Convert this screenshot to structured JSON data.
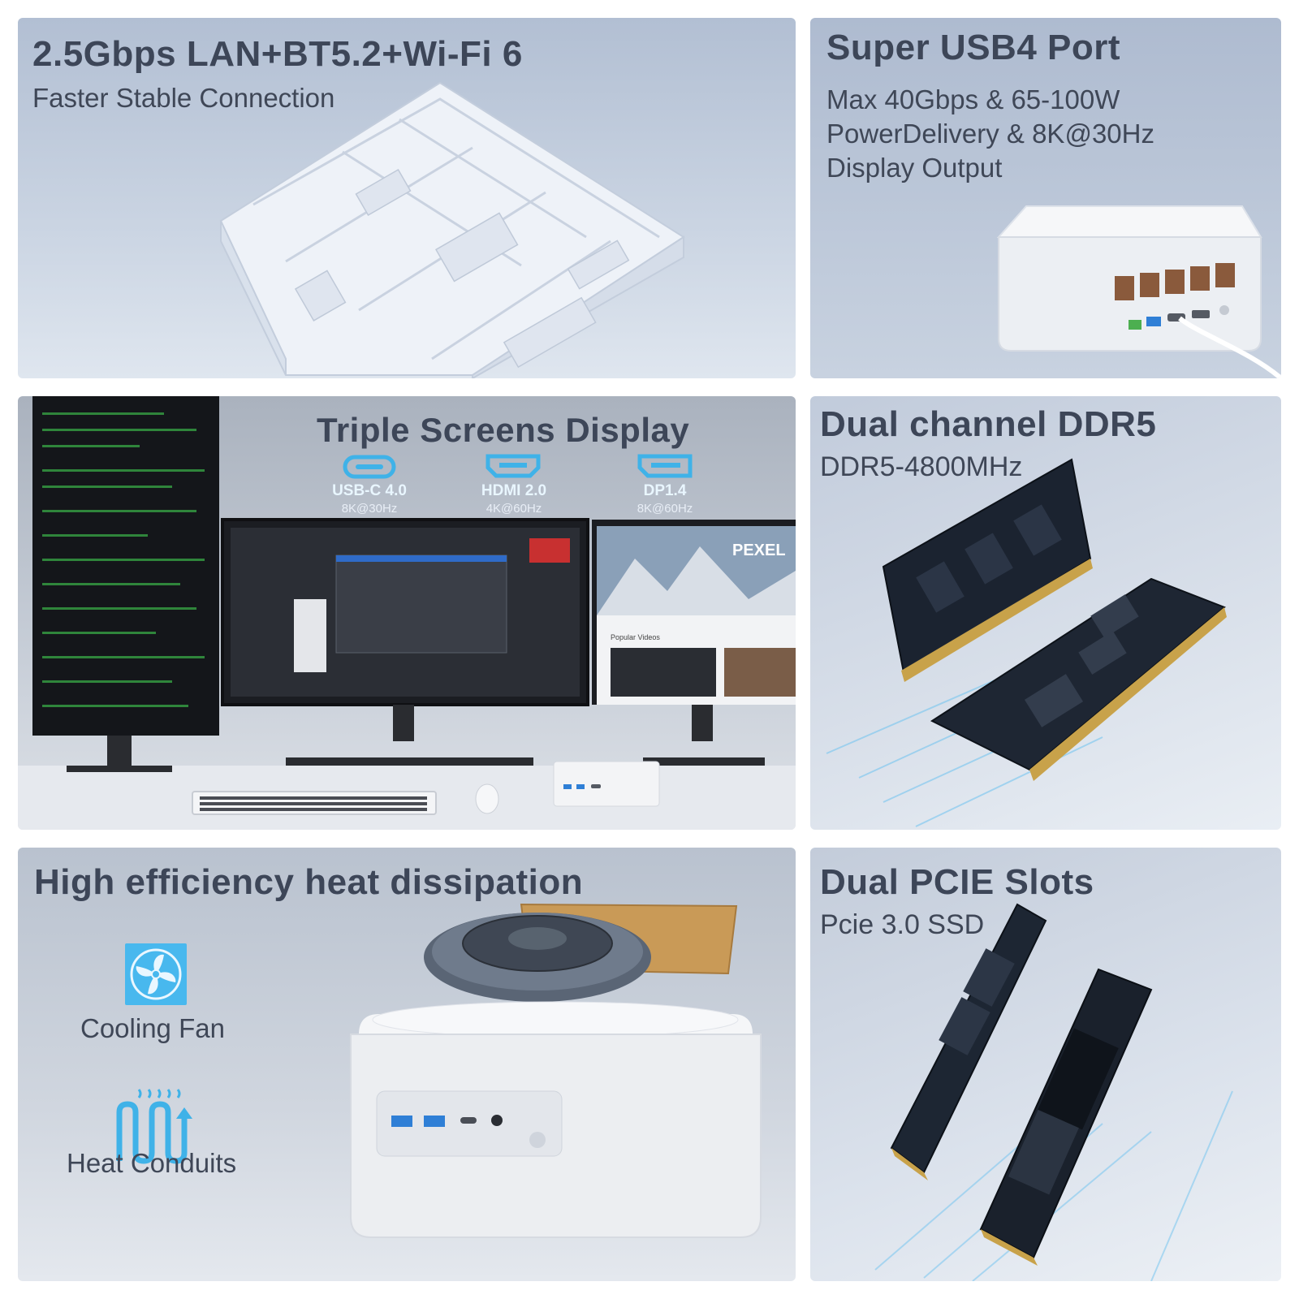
{
  "panels": {
    "network": {
      "title": "2.5Gbps LAN+BT5.2+Wi-Fi 6",
      "subtitle": "Faster Stable Connection"
    },
    "usb4": {
      "title": "Super USB4 Port",
      "lines": [
        "Max 40Gbps & 65-100W",
        "PowerDelivery & 8K@30Hz",
        "Display Output"
      ]
    },
    "display": {
      "title": "Triple Screens Display",
      "ports": [
        {
          "name": "USB-C 4.0",
          "spec": "8K@30Hz",
          "icon": "usb-c-icon"
        },
        {
          "name": "HDMI 2.0",
          "spec": "4K@60Hz",
          "icon": "hdmi-icon"
        },
        {
          "name": "DP1.4",
          "spec": "8K@60Hz",
          "icon": "displayport-icon"
        }
      ],
      "screen_text": "PEXEL",
      "screen_subtext": "Popular Videos"
    },
    "memory": {
      "title": "Dual channel DDR5",
      "subtitle": "DDR5-4800MHz"
    },
    "cooling": {
      "title": "High efficiency heat dissipation",
      "features": [
        {
          "label": "Cooling Fan",
          "icon": "cooling-fan-icon"
        },
        {
          "label": "Heat Conduits",
          "icon": "heat-conduits-icon"
        }
      ]
    },
    "storage": {
      "title": "Dual PCIE Slots",
      "subtitle": "Pcie 3.0 SSD"
    }
  },
  "colors": {
    "title_text": "#3d4658",
    "accent_cyan": "#3fb2e8",
    "panel_blue": "#b2bfd3"
  }
}
